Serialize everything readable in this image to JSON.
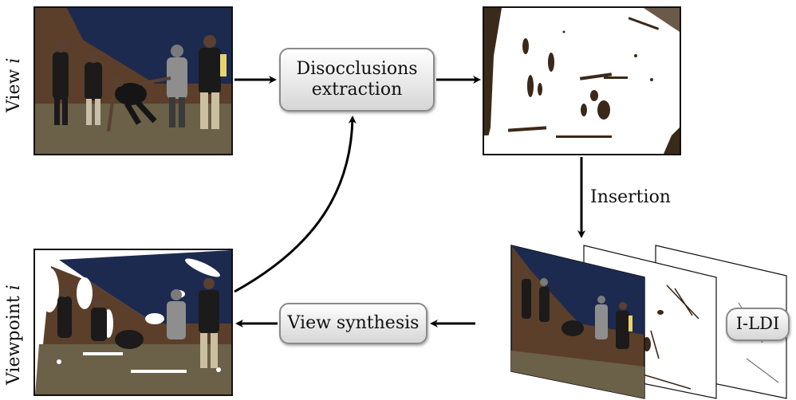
{
  "labels": {
    "view_i_text": "View ",
    "view_i_var": "i",
    "viewpoint_i_text": "Viewpoint ",
    "viewpoint_i_var": "i",
    "disocclusions": "Disocclusions",
    "extraction": "extraction",
    "insertion": "Insertion",
    "view_synthesis": "View synthesis",
    "ildi": "I-LDI"
  },
  "colors": {
    "wall_blue": "#1d2a4f",
    "wall_brown": "#5b3f2a",
    "floor": "#6b6048",
    "box_border": "#8a8a8a",
    "arrow": "#000000"
  }
}
